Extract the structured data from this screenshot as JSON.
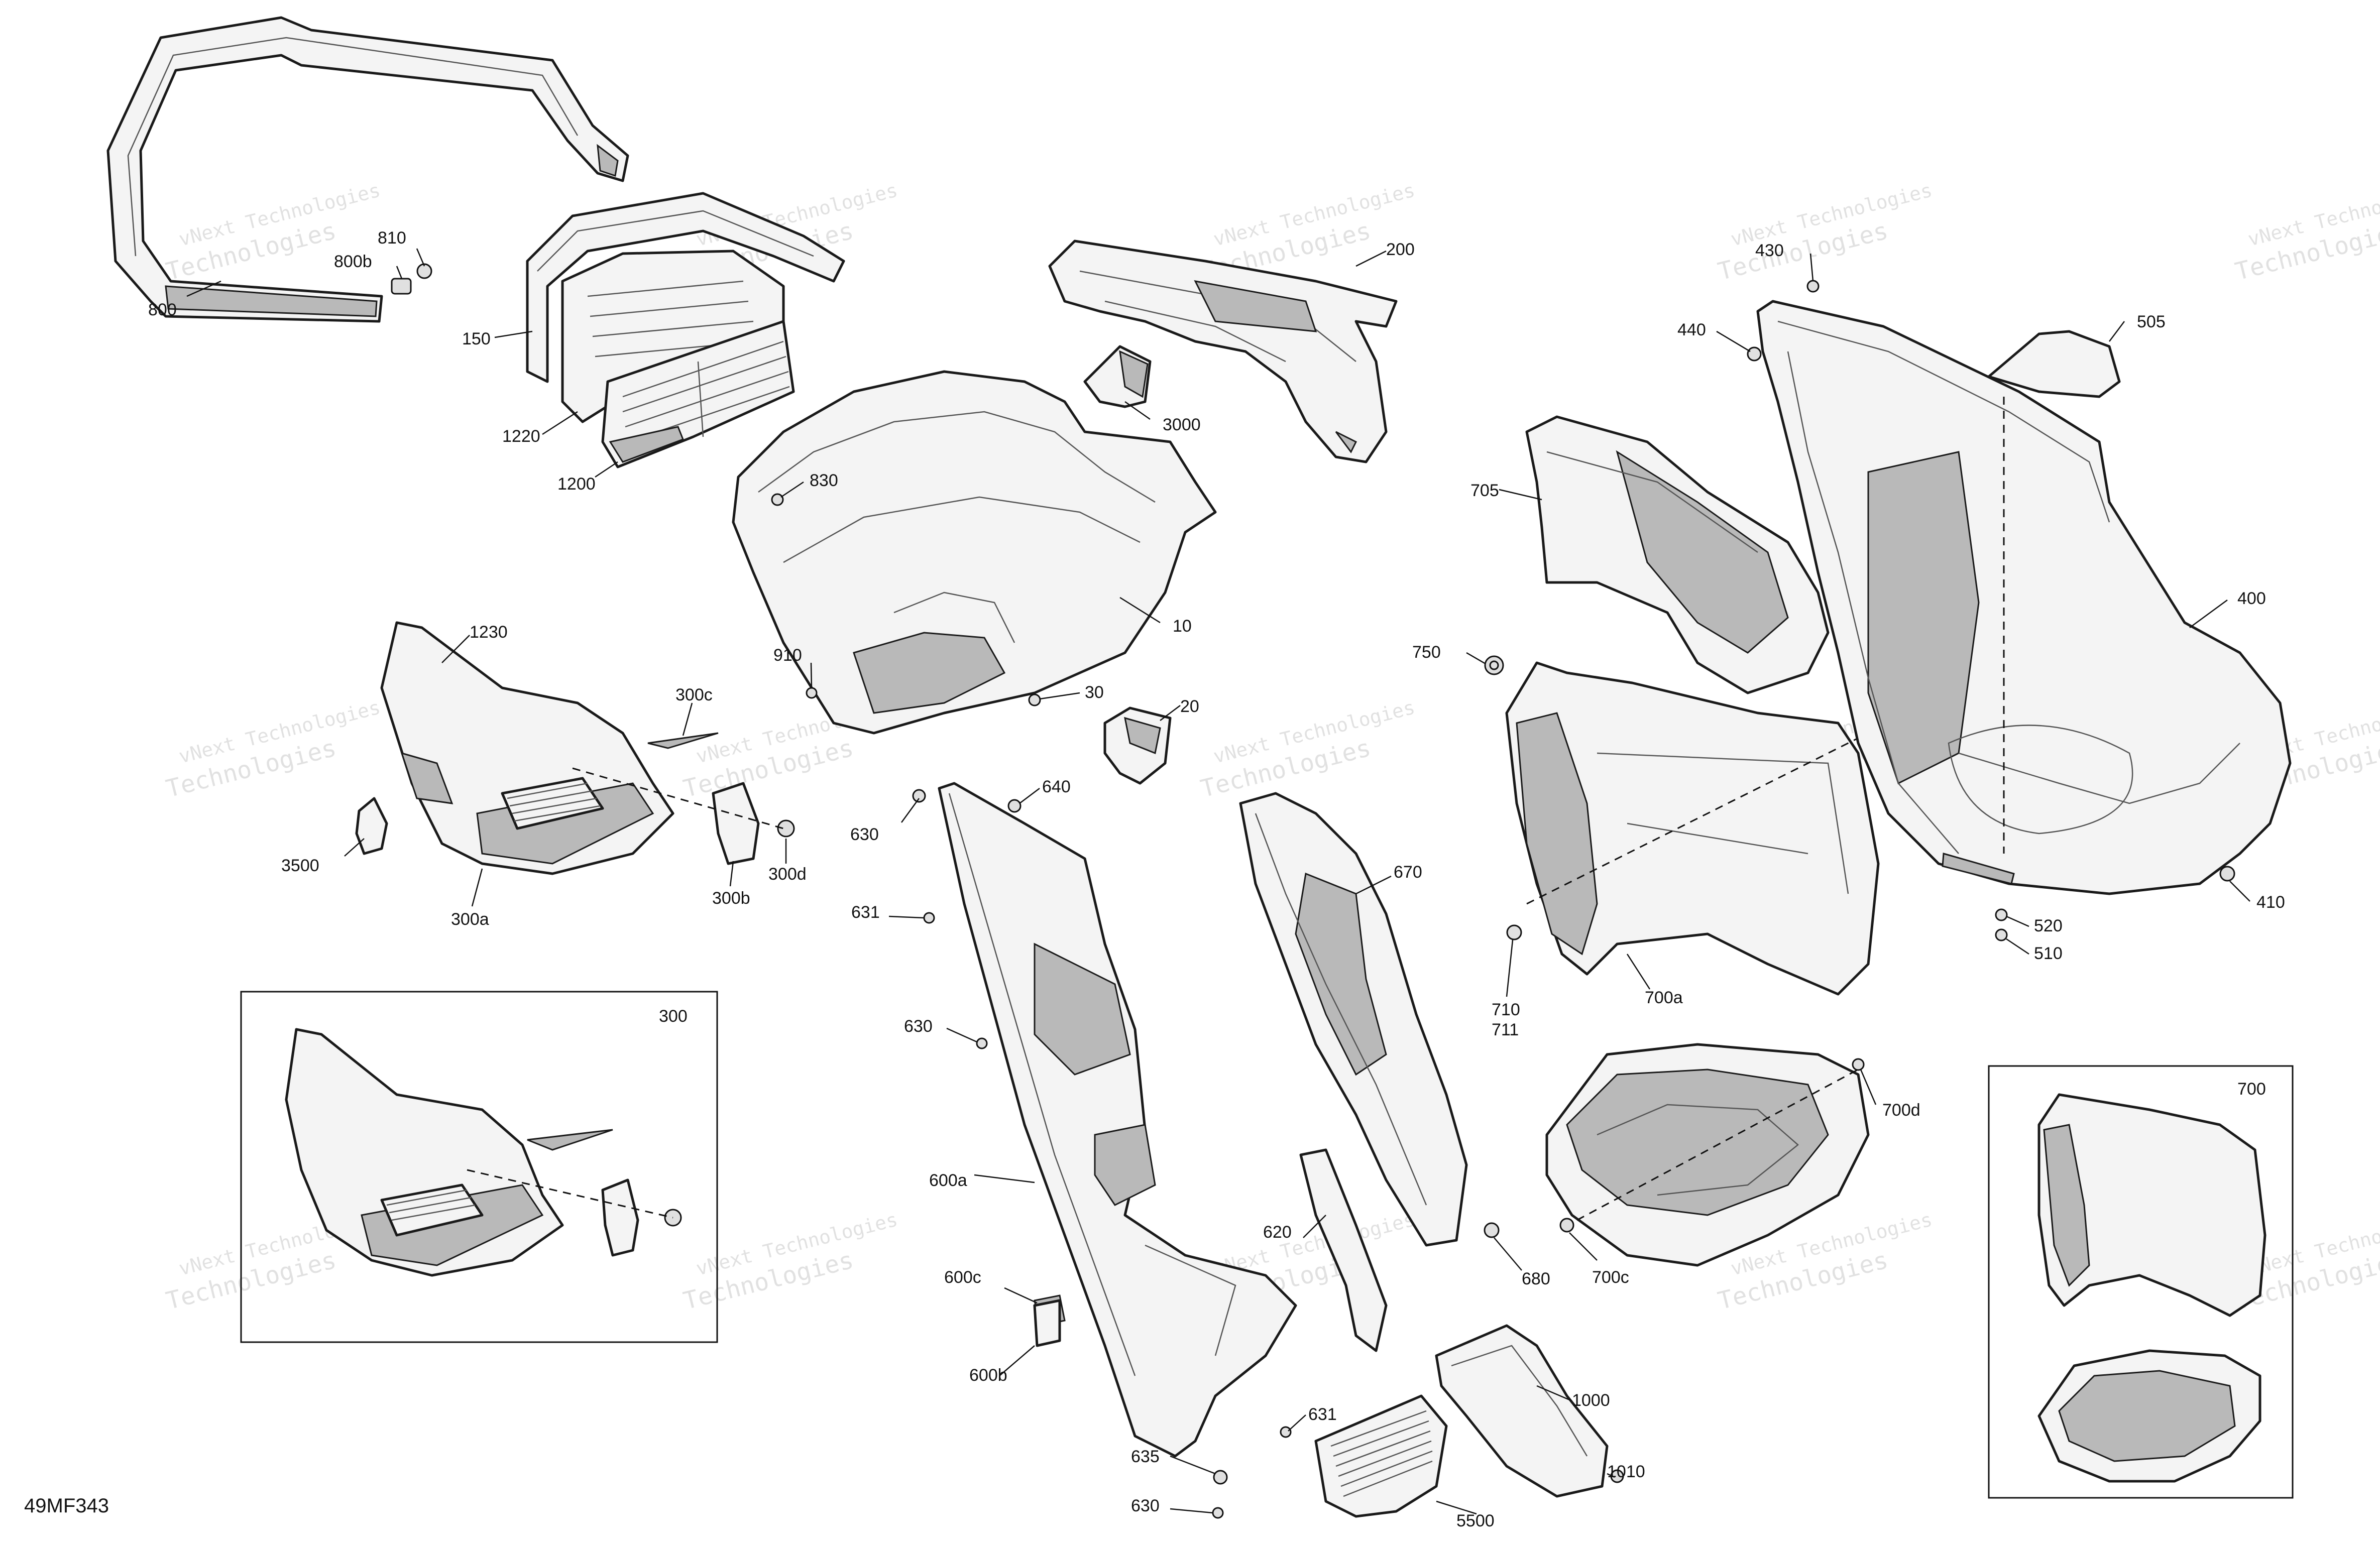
{
  "diagram_code": "49MF343",
  "watermark": {
    "line1": "vNext Technologies",
    "line2": "Technologies"
  },
  "callouts": {
    "c800": "800",
    "c810": "810",
    "c800b": "800b",
    "c150": "150",
    "c1220": "1220",
    "c1200": "1200",
    "c200": "200",
    "c3000": "3000",
    "c830": "830",
    "c10": "10",
    "c910": "910",
    "c30": "30",
    "c20": "20",
    "c1230": "1230",
    "c300c": "300c",
    "c3500": "3500",
    "c300a": "300a",
    "c300b": "300b",
    "c300d": "300d",
    "c300": "300",
    "c640": "640",
    "c630a": "630",
    "c631a": "631",
    "c630b": "630",
    "c600a": "600a",
    "c600c": "600c",
    "c600b": "600b",
    "c635": "635",
    "c630c": "630",
    "c631b": "631",
    "c670": "670",
    "c620": "620",
    "c680": "680",
    "c5500": "5500",
    "c1000": "1000",
    "c1010": "1010",
    "c705": "705",
    "c750": "750",
    "c710": "710",
    "c711": "711",
    "c700a": "700a",
    "c700d": "700d",
    "c700c": "700c",
    "c700": "700",
    "c430": "430",
    "c440": "440",
    "c505": "505",
    "c400": "400",
    "c410": "410",
    "c520": "520",
    "c510": "510"
  }
}
